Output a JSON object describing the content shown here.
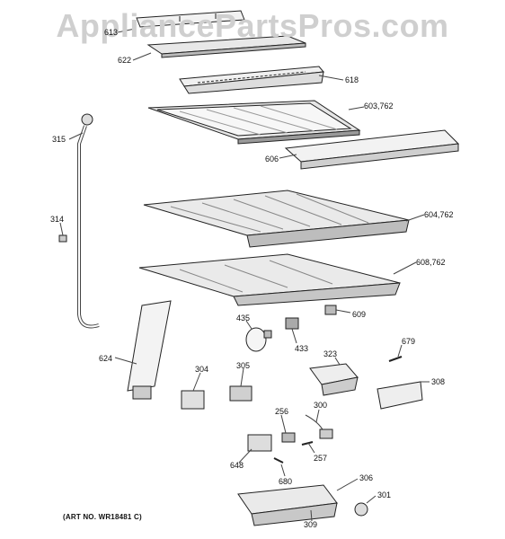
{
  "watermark": "AppliancePartsPros.com",
  "art_number": "(ART NO. WR18481 C)",
  "callouts": {
    "p613": "613",
    "p622": "622",
    "p618": "618",
    "p603": "603,762",
    "p315": "315",
    "p606": "606",
    "p604": "604,762",
    "p314": "314",
    "p608": "608,762",
    "p609": "609",
    "p435": "435",
    "p433": "433",
    "p323": "323",
    "p679": "679",
    "p624": "624",
    "p304": "304",
    "p305": "305",
    "p308": "308",
    "p256": "256",
    "p300": "300",
    "p257": "257",
    "p648": "648",
    "p680": "680",
    "p306": "306",
    "p301": "301",
    "p309": "309"
  }
}
